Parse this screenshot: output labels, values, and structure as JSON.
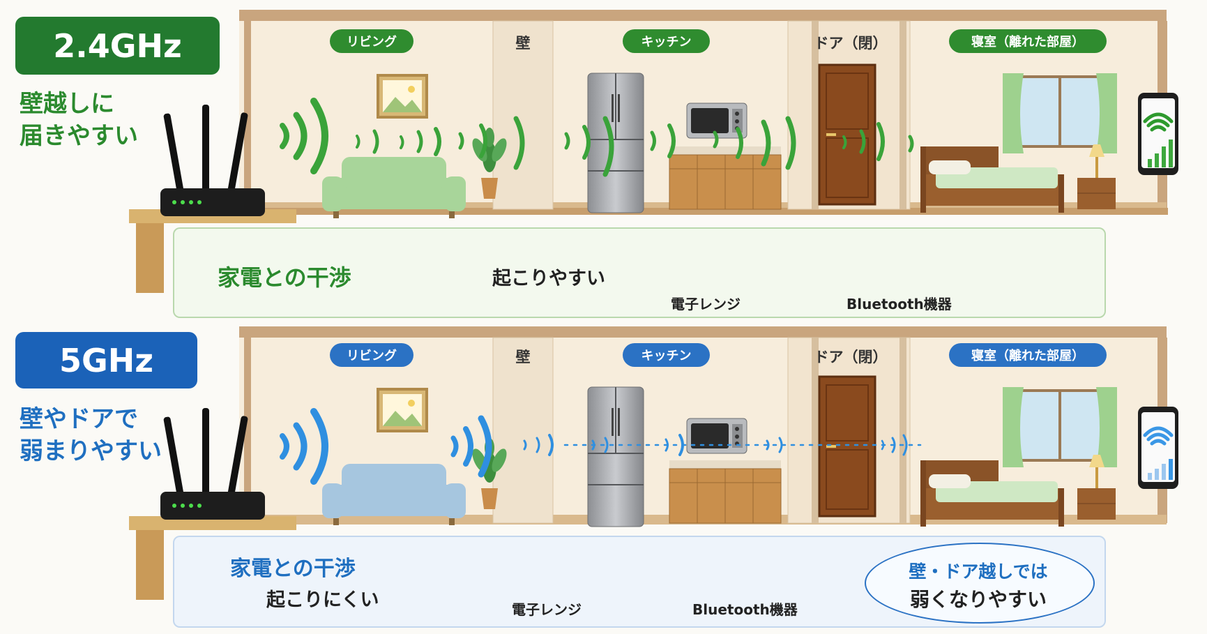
{
  "colors": {
    "green": "#2e7d32",
    "blue": "#1565c0",
    "signal_green": "#3aa33a",
    "signal_blue": "#2f8fe0",
    "wall": "#f6e9d6",
    "trim": "#b8906a"
  },
  "band24": {
    "tag": "2.4GHz",
    "desc": "壁越しに\n届きやすい",
    "rooms": {
      "living": "リビング",
      "wall": "壁",
      "kitchen": "キッチン",
      "door": "ドア（閉）",
      "bedroom": "寝室（離れた部屋）"
    },
    "interference_title": "家電との干渉",
    "interference_status": "起こりやすい",
    "status_icon": "warning-icon",
    "devices": [
      "電子レンジ",
      "Bluetooth機器"
    ]
  },
  "band5": {
    "tag": "5GHz",
    "desc": "壁やドアで\n弱まりやすい",
    "rooms": {
      "living": "リビング",
      "wall": "壁",
      "kitchen": "キッチン",
      "door": "ドア（閉）",
      "bedroom": "寝室（離れた部屋）"
    },
    "interference_title": "家電との干渉",
    "interference_status": "起こりにくい",
    "status_icon": "circle-ok-icon",
    "devices": [
      "電子レンジ",
      "Bluetooth機器"
    ],
    "note_line1": "壁・ドア越しでは",
    "note_line2": "弱くなりやすい"
  }
}
